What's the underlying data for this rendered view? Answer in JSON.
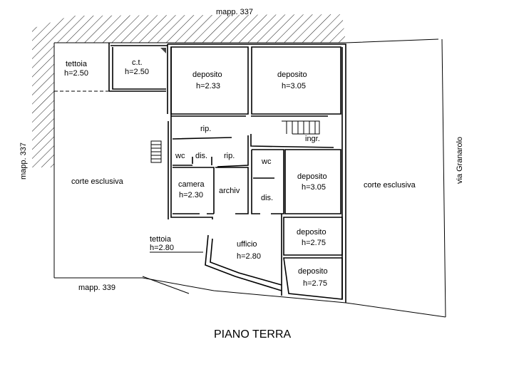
{
  "title": "PIANO TERRA",
  "boundaries": {
    "north": "mapp. 337",
    "west": "mapp. 337",
    "south": "mapp. 339",
    "east": "via Granarolo"
  },
  "areas": {
    "courtyard_left": "corte esclusiva",
    "courtyard_right": "corte esclusiva",
    "canopy_south": {
      "name": "tettoia",
      "height": "h=2.80"
    }
  },
  "rooms": [
    {
      "name": "tettoia",
      "height": "h=2.50"
    },
    {
      "name": "c.t.",
      "height": "h=2.50"
    },
    {
      "name": "deposito",
      "height": "h=2.33"
    },
    {
      "name": "deposito",
      "height": "h=3.05"
    },
    {
      "name": "rip."
    },
    {
      "name": "ingr."
    },
    {
      "name": "wc"
    },
    {
      "name": "dis."
    },
    {
      "name": "rip."
    },
    {
      "name": "camera",
      "height": "h=2.30"
    },
    {
      "name": "archiv"
    },
    {
      "name": "wc"
    },
    {
      "name": "dis."
    },
    {
      "name": "deposito",
      "height": "h=3.05"
    },
    {
      "name": "deposito",
      "height": "h=2.75"
    },
    {
      "name": "ufficio",
      "height": "h=2.80"
    },
    {
      "name": "deposito",
      "height": "h=2.75"
    }
  ]
}
